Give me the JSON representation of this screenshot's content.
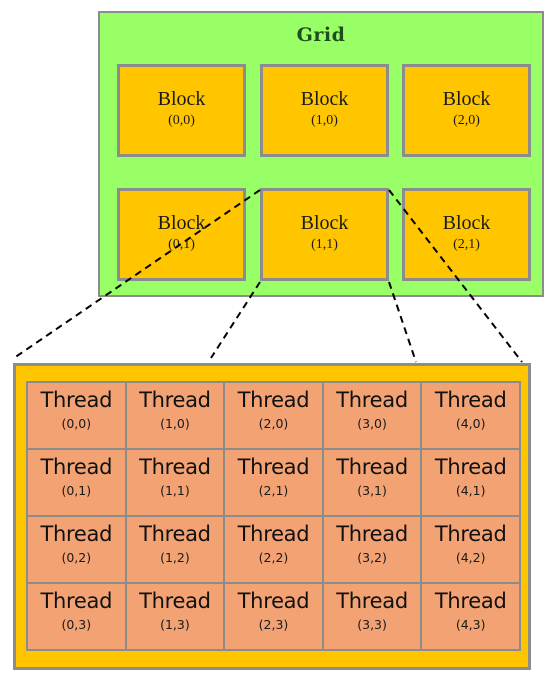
{
  "grid": {
    "title": "Grid",
    "block_label": "Block",
    "blocks": [
      {
        "coord": "(0,0)"
      },
      {
        "coord": "(1,0)"
      },
      {
        "coord": "(2,0)"
      },
      {
        "coord": "(0,1)"
      },
      {
        "coord": "(1,1)"
      },
      {
        "coord": "(2,1)"
      }
    ]
  },
  "expanded_block": {
    "thread_label": "Thread",
    "threads": [
      [
        "(0,0)",
        "(1,0)",
        "(2,0)",
        "(3,0)",
        "(4,0)"
      ],
      [
        "(0,1)",
        "(1,1)",
        "(2,1)",
        "(3,1)",
        "(4,1)"
      ],
      [
        "(0,2)",
        "(1,2)",
        "(2,2)",
        "(3,2)",
        "(4,2)"
      ],
      [
        "(0,3)",
        "(1,3)",
        "(2,3)",
        "(3,3)",
        "(4,3)"
      ]
    ]
  },
  "colors": {
    "grid_fill": "#99ff66",
    "block_fill": "#ffc600",
    "thread_fill": "#f2a273",
    "border": "#8c8c8c"
  }
}
